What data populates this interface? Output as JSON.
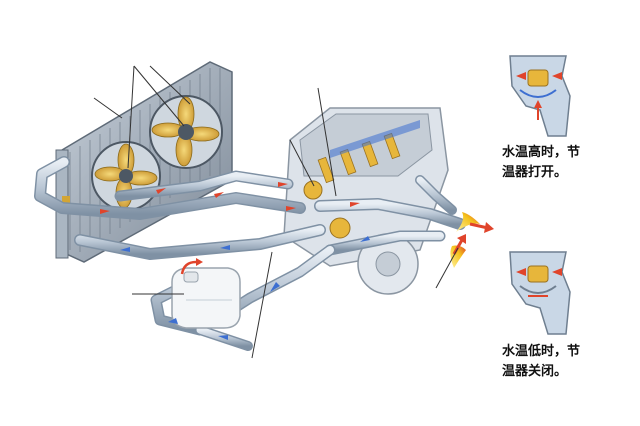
{
  "captions": {
    "open": {
      "line1": "水温高时，节",
      "line2": "温器打开。"
    },
    "closed": {
      "line1": "水温低时，节",
      "line2": "温器关闭。"
    }
  },
  "colors": {
    "pipe": "#b9c6d4",
    "pipe_dark": "#7f91a4",
    "engine": "#d9dfe6",
    "fan_blade": "#e2b94a",
    "radiator": "#9aa6b2",
    "hot_arrow": "#e0442b",
    "cold_arrow": "#3d6fd1",
    "flame": "#f4c21b",
    "leader_line": "#333333",
    "thermostat_body": "#c9d7e6",
    "thermostat_valve": "#e7b63b"
  },
  "icons": [
    "radiator-icon",
    "cooling-fan-icon",
    "engine-block-icon",
    "expansion-tank-icon",
    "thermostat-icon",
    "flow-arrow-icon"
  ]
}
